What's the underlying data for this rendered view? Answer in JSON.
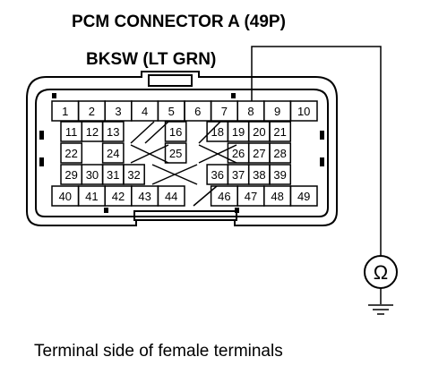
{
  "title": "PCM CONNECTOR A (49P)",
  "wire_label": "BKSW (LT GRN)",
  "caption": "Terminal side of female terminals",
  "meter_symbol": "Ω",
  "meter_icon": "ohmmeter-icon",
  "ground_icon": "ground-icon",
  "probe_terminal": "8",
  "rows": [
    [
      "1",
      "2",
      "3",
      "4",
      "5",
      "6",
      "7",
      "8",
      "9",
      "10"
    ],
    [
      "11",
      "12",
      "13",
      "",
      "",
      "16",
      "",
      "18",
      "19",
      "20",
      "21"
    ],
    [
      "22",
      "",
      "24",
      "",
      "",
      "25",
      "",
      "",
      "26",
      "27",
      "28"
    ],
    [
      "29",
      "30",
      "31",
      "32",
      "",
      "",
      "",
      "36",
      "37",
      "38",
      "39"
    ],
    [
      "40",
      "41",
      "42",
      "43",
      "44",
      "",
      "46",
      "47",
      "48",
      "49"
    ]
  ]
}
